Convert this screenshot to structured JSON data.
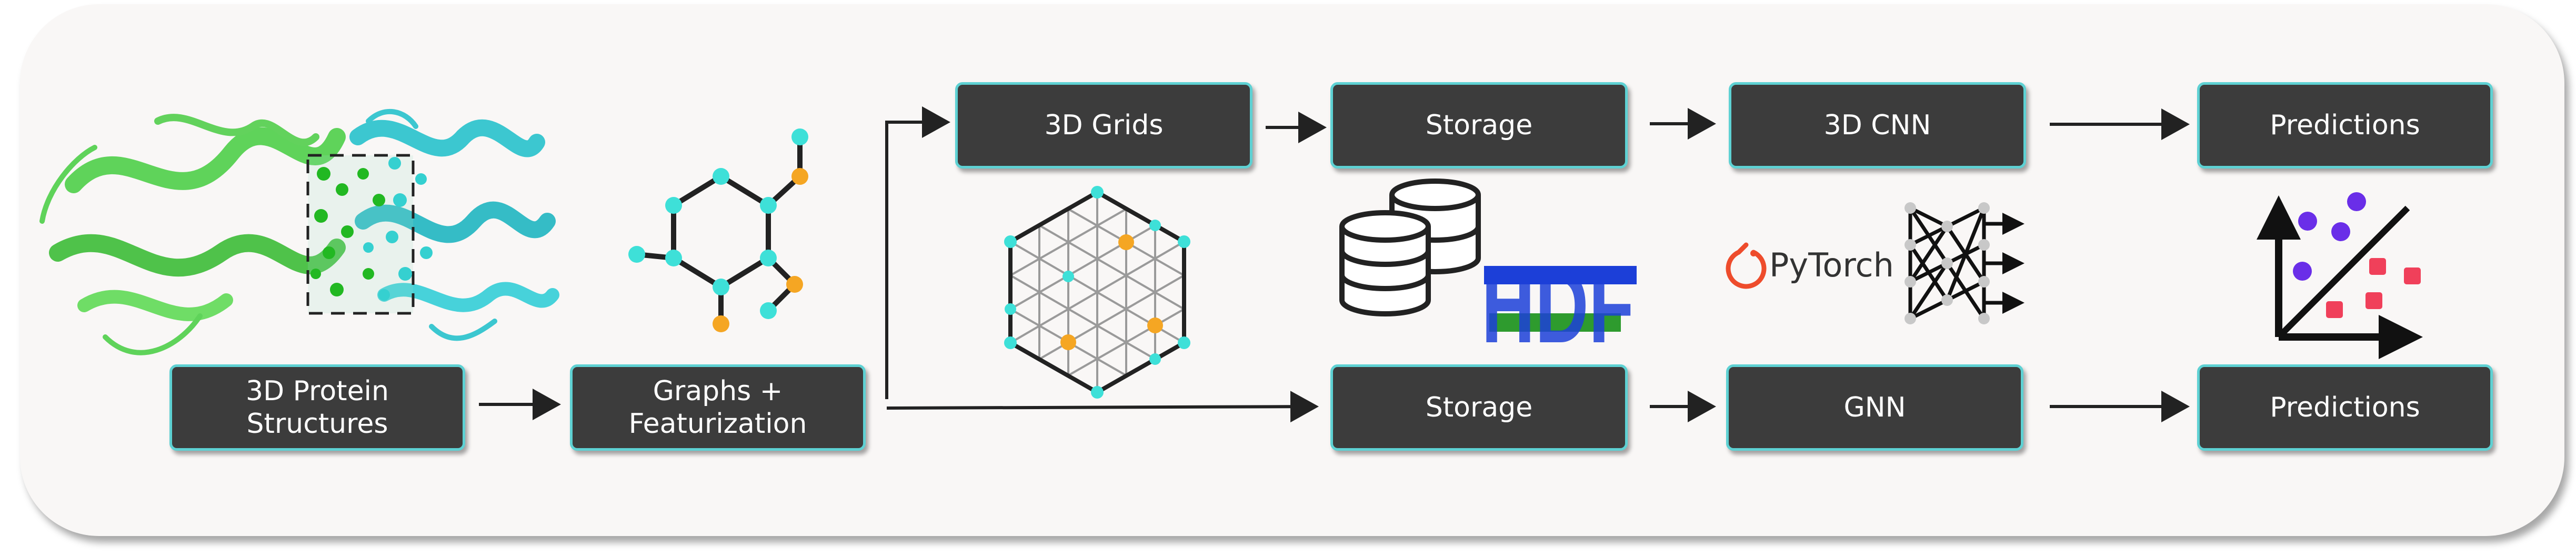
{
  "nodes": {
    "protein": "3D Protein\nStructures",
    "graphs": "Graphs +\nFeaturization",
    "grids": "3D Grids",
    "storage_top": "Storage",
    "storage_bottom": "Storage",
    "cnn": "3D CNN",
    "gnn": "GNN",
    "pred_top": "Predictions",
    "pred_bottom": "Predictions"
  },
  "logos": {
    "pytorch": "PyTorch",
    "hdf": "HDF"
  },
  "colors": {
    "node_fill": "#3c3c3c",
    "node_border": "#5ed1d3",
    "cyan_atom": "#3ee0d8",
    "orange_atom": "#f5a623",
    "protein_green": "#5fd35a",
    "protein_cyan": "#3cc7d0",
    "hdf_blue": "#1c3fd8",
    "hdf_green": "#2e9b2e",
    "pytorch_orange": "#ee4c2c",
    "pred_purple": "#6a2ee8",
    "pred_red": "#f0405a"
  }
}
